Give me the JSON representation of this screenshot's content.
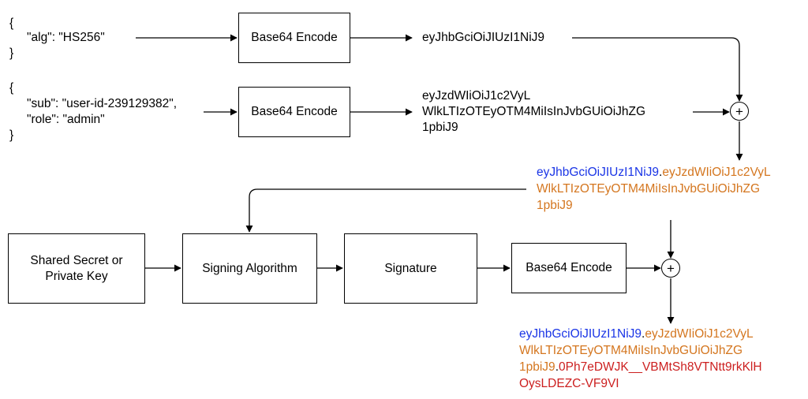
{
  "header_json": {
    "open": "{",
    "line": "\"alg\": \"HS256\"",
    "close": "}"
  },
  "payload_json": {
    "open": "{",
    "line1": "\"sub\": \"user-id-239129382\",",
    "line2": "\"role\": \"admin\"",
    "close": "}"
  },
  "boxes": {
    "encode_header": "Base64 Encode",
    "encode_payload": "Base64 Encode",
    "secret": "Shared Secret or\nPrivate Key",
    "signing": "Signing Algorithm",
    "signature": "Signature",
    "encode_signature": "Base64 Encode"
  },
  "operators": {
    "concat1": "+",
    "concat2": "+"
  },
  "encoded_header": "eyJhbGciOiJIUzI1NiJ9",
  "encoded_payload": {
    "line1": "eyJzdWIiOiJ1c2VyL",
    "line2": "WlkLTIzOTEyOTM4MiIsInJvbGUiOiJhZG",
    "line3": "1pbiJ9"
  },
  "signing_input": {
    "header": "eyJhbGciOiJIUzI1NiJ9",
    "dot": ".",
    "payload_line1": "eyJzdWIiOiJ1c2VyL",
    "payload_line2": "WlkLTIzOTEyOTM4MiIsInJvbGUiOiJhZG",
    "payload_line3": "1pbiJ9"
  },
  "token": {
    "header": "eyJhbGciOiJIUzI1NiJ9",
    "dot1": ".",
    "payload_line1": "eyJzdWIiOiJ1c2VyL",
    "payload_line2": "WlkLTIzOTEyOTM4MiIsInJvbGUiOiJhZG",
    "payload_line3": "1pbiJ9",
    "dot2": ".",
    "signature_line1": "0Ph7eDWJK__VBMtSh8VTNtt9rkKlH",
    "signature_line2": "OysLDEZC-VF9VI"
  },
  "colors": {
    "header": "#1a35e6",
    "payload": "#d4761f",
    "signature": "#cc1f1f",
    "dot": "#000000"
  }
}
